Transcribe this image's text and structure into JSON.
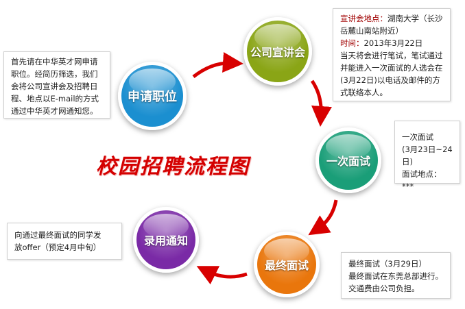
{
  "title": "校园招聘流程图",
  "steps": [
    {
      "label": "申请职位",
      "color": "#1b8fd0"
    },
    {
      "label": "公司宣讲会",
      "color": "#8aa516"
    },
    {
      "label": "一次面试",
      "color": "#1a9e78"
    },
    {
      "label": "最终面试",
      "color": "#e9760c"
    },
    {
      "label": "录用通知",
      "color": "#7a2aa6"
    }
  ],
  "notes": {
    "apply": [
      "首先请在中华英才网申请",
      "职位。经简历筛选，我们",
      "会将公司宣讲会及招聘日",
      "程、地点以E-mail的方式",
      "通过中华英才网通知您。"
    ],
    "seminar": {
      "location_label": "宣讲会地点：",
      "location": "湖南大学（长沙",
      "location2": "岳麓山南站附近）",
      "time_label": "时间：",
      "time": "2013年3月22日",
      "lines": [
        "当天将会进行笔试，笔试通过",
        "并能进入一次面试的人选会在",
        "(3月22日)以电话及邮件的方",
        "式联络本人。"
      ]
    },
    "first": [
      "一次面试",
      "(3月23日~24日)",
      "面试地点：***"
    ],
    "final": [
      "最终面试（3月29日）",
      "最终面试在东莞总部进行。",
      "交通费由公司负担。"
    ],
    "offer": [
      "向通过最终面试的同学发",
      "放offer（预定4月中旬）"
    ]
  },
  "arrow_color": "#d80000"
}
